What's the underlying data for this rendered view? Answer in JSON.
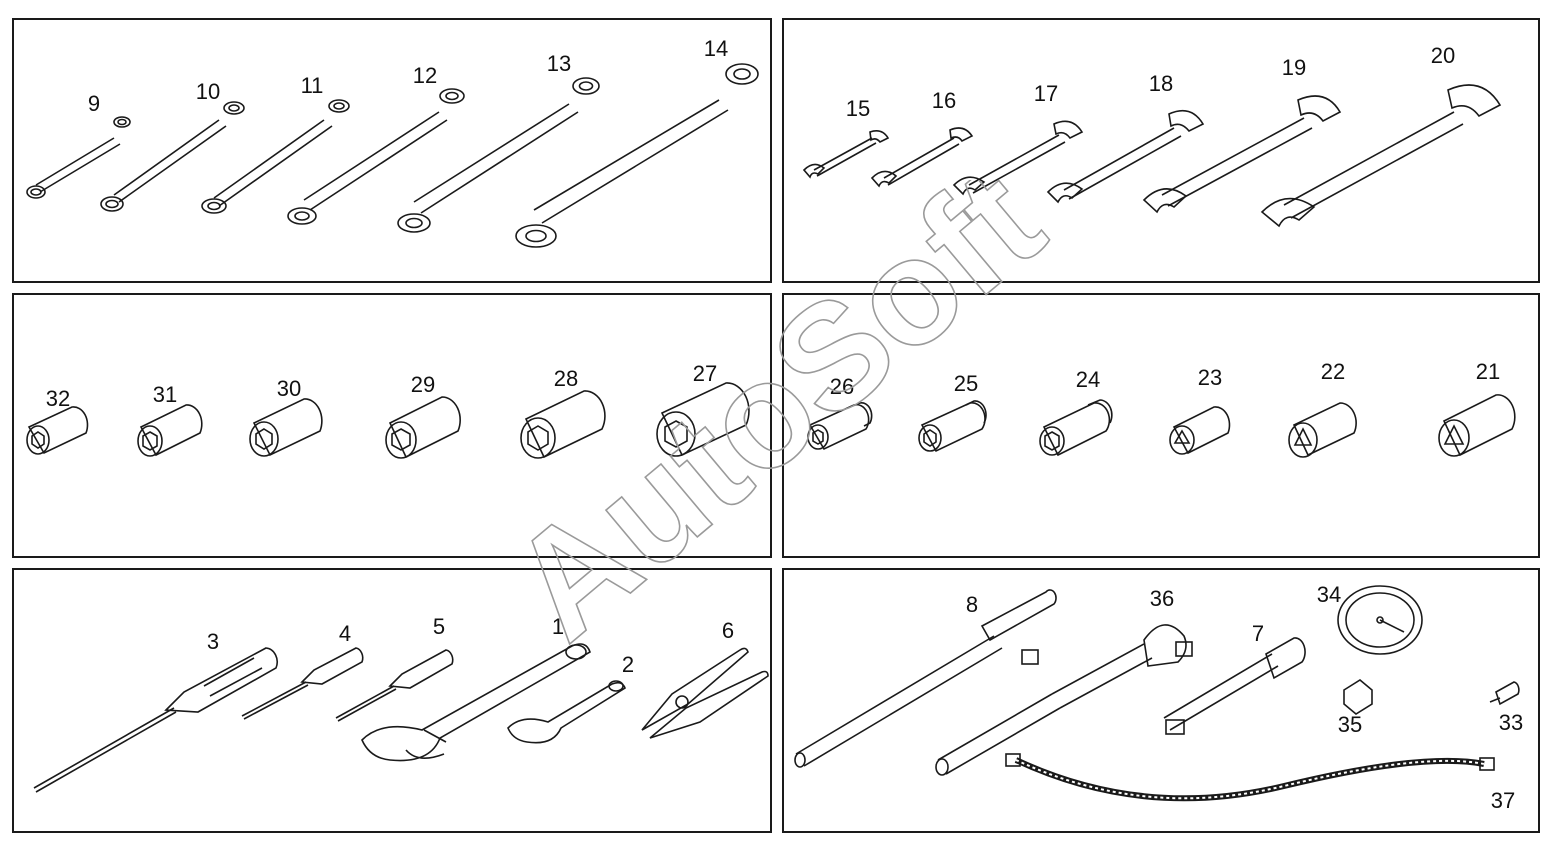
{
  "watermark": "AutoSoft",
  "colors": {
    "line": "#1a1a1a",
    "background": "#ffffff"
  },
  "panels": [
    {
      "id": "ring-spanners",
      "labels": [
        "9",
        "10",
        "11",
        "12",
        "13",
        "14"
      ]
    },
    {
      "id": "open-end-spanners",
      "labels": [
        "15",
        "16",
        "17",
        "18",
        "19",
        "20"
      ]
    },
    {
      "id": "sockets-left",
      "labels": [
        "32",
        "31",
        "30",
        "29",
        "28",
        "27"
      ]
    },
    {
      "id": "sockets-right",
      "labels": [
        "26",
        "25",
        "24",
        "23",
        "22",
        "21"
      ]
    },
    {
      "id": "hand-tools",
      "labels": [
        "3",
        "4",
        "5",
        "1",
        "2",
        "6"
      ]
    },
    {
      "id": "drive-tools",
      "labels": [
        "8",
        "36",
        "7",
        "34",
        "35",
        "33",
        "37"
      ]
    }
  ]
}
